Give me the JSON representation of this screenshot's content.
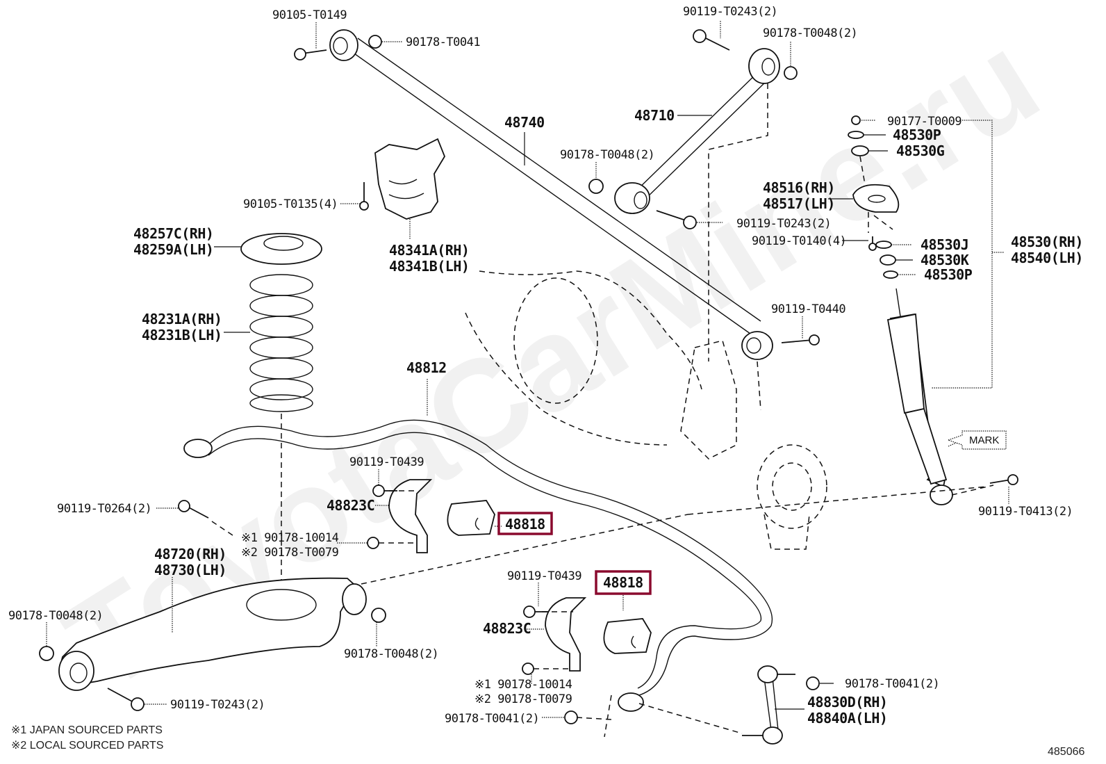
{
  "diagram": {
    "watermark": "ToyotaCarMine.ru",
    "reference_number": "485066",
    "mark_label": "MARK",
    "notes": [
      "※1 JAPAN SOURCED PARTS",
      "※2 LOCAL SOURCED PARTS"
    ],
    "highlight_color": "#8a0a2e",
    "labels": {
      "p90105_T0149": "90105-T0149",
      "p90178_T0041_top": "90178-T0041",
      "p90119_T0243_top": "90119-T0243(2)",
      "p90178_T0048_top": "90178-T0048(2)",
      "p48740": "48740",
      "p48710": "48710",
      "p90178_T0048_mid": "90178-T0048(2)",
      "p90119_T0243_mid": "90119-T0243(2)",
      "p90105_T0135": "90105-T0135(4)",
      "p48257C": "48257C(RH)",
      "p48259A": "48259A(LH)",
      "p48341A": "48341A(RH)",
      "p48341B": "48341B(LH)",
      "p48231A": "48231A(RH)",
      "p48231B": "48231B(LH)",
      "p90177_T0009": "90177-T0009",
      "p48530P_top": "48530P",
      "p48530G": "48530G",
      "p48516": "48516(RH)",
      "p48517": "48517(LH)",
      "p90119_T0140": "90119-T0140(4)",
      "p48530J": "48530J",
      "p48530K": "48530K",
      "p48530P_bot": "48530P",
      "p48530": "48530(RH)",
      "p48540": "48540(LH)",
      "p90119_T0440": "90119-T0440",
      "p48812": "48812",
      "p90119_T0439_a": "90119-T0439",
      "p48823C_a": "48823C",
      "p48818_a": "48818",
      "p90119_T0264": "90119-T0264(2)",
      "p90178_10014_a": "※1 90178-10014",
      "p90178_T0079_a": "※2 90178-T0079",
      "p48720": "48720(RH)",
      "p48730": "48730(LH)",
      "p90119_T0413": "90119-T0413(2)",
      "p90178_T0048_left": "90178-T0048(2)",
      "p90178_T0048_arm": "90178-T0048(2)",
      "p90119_T0243_bot": "90119-T0243(2)",
      "p90119_T0439_b": "90119-T0439",
      "p48818_b": "48818",
      "p48823C_b": "48823C",
      "p90178_10014_b": "※1 90178-10014",
      "p90178_T0079_b": "※2 90178-T0079",
      "p90178_T0041_bot": "90178-T0041(2)",
      "p90178_T0041_link": "90178-T0041(2)",
      "p48830D": "48830D(RH)",
      "p48840A": "48840A(LH)"
    }
  }
}
